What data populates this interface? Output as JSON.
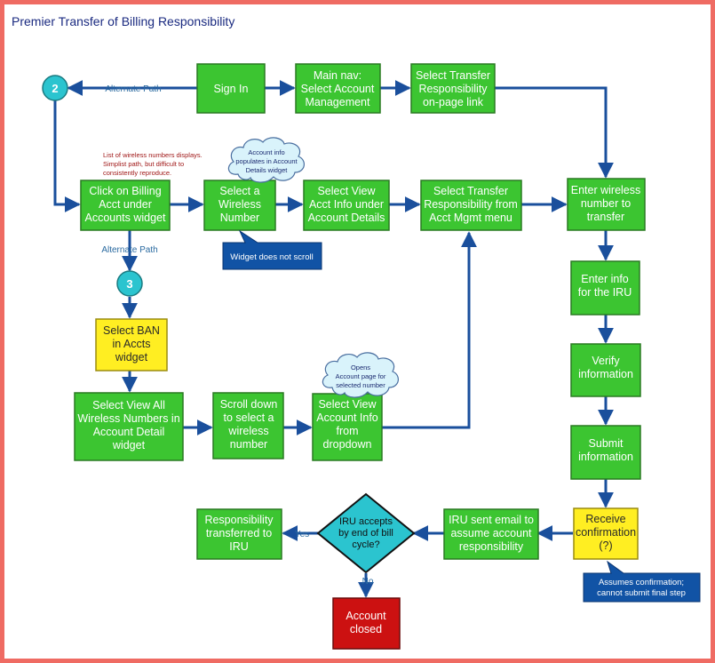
{
  "title": "Premier Transfer of Billing Responsibility",
  "colors": {
    "background_border": "#ef6b63",
    "green_fill": "#3cc531",
    "green_stroke": "#2a7a22",
    "yellow_fill": "#ffee22",
    "yellow_stroke": "#9a8c10",
    "cyan_fill": "#2bc4cf",
    "red_fill": "#cc1111",
    "note_fill": "#1153a5",
    "cloud_fill": "#d9f3fb",
    "line": "#1a4f9c",
    "red_text": "#a01818"
  },
  "nodes": {
    "sign_in": "Sign In",
    "main_nav": [
      "Main nav:",
      "Select Account",
      "Management"
    ],
    "select_transfer_link": [
      "Select Transfer",
      "Responsibility",
      "on-page link"
    ],
    "click_billing": [
      "Click on Billing",
      "Acct under",
      "Accounts widget"
    ],
    "select_wireless": [
      "Select a",
      "Wireless",
      "Number"
    ],
    "select_view_acct": [
      "Select View",
      "Acct Info under",
      "Account Details"
    ],
    "select_transfer_menu": [
      "Select Transfer",
      "Responsibility from",
      "Acct Mgmt menu"
    ],
    "enter_wireless": [
      "Enter wireless",
      "number to",
      "transfer"
    ],
    "enter_info_iru": [
      "Enter info",
      "for the IRU"
    ],
    "verify_info": [
      "Verify",
      "information"
    ],
    "submit_info": [
      "Submit",
      "information"
    ],
    "receive_confirmation": [
      "Receive",
      "confirmation",
      "(?)"
    ],
    "iru_sent_email": [
      "IRU sent email to",
      "assume account",
      "responsibility"
    ],
    "decision": [
      "IRU accepts",
      "by end of bill",
      "cycle?"
    ],
    "responsibility_transferred": [
      "Responsibility",
      "transferred to",
      "IRU"
    ],
    "account_closed": [
      "Account",
      "closed"
    ],
    "select_ban": [
      "Select BAN",
      "in Accts",
      "widget"
    ],
    "select_view_all": [
      "Select View All",
      "Wireless Numbers in",
      "Account Detail",
      "widget"
    ],
    "scroll_down": [
      "Scroll down",
      "to select a",
      "wireless",
      "number"
    ],
    "select_view_dropdown": [
      "Select View",
      "Account Info",
      "from",
      "dropdown"
    ]
  },
  "connectors": {
    "circle_2": "2",
    "circle_3": "3"
  },
  "edge_labels": {
    "alternate_path_top": "Alternate Path",
    "alternate_path_left": "Alternate Path",
    "yes": "Yes",
    "no": "No"
  },
  "callouts": {
    "cloud_account_info": [
      "Account info",
      "populates in Account",
      "Details widget"
    ],
    "cloud_opens_account": [
      "Opens",
      "Account page for",
      "selected number"
    ],
    "note_widget_scroll": "Widget does not scroll",
    "note_assumes_confirmation": [
      "Assumes confirmation;",
      "cannot submit final step"
    ],
    "red_annotation": [
      "List of wireless numbers displays.",
      "Simplist path, but difficult to",
      "consistently reproduce."
    ]
  }
}
